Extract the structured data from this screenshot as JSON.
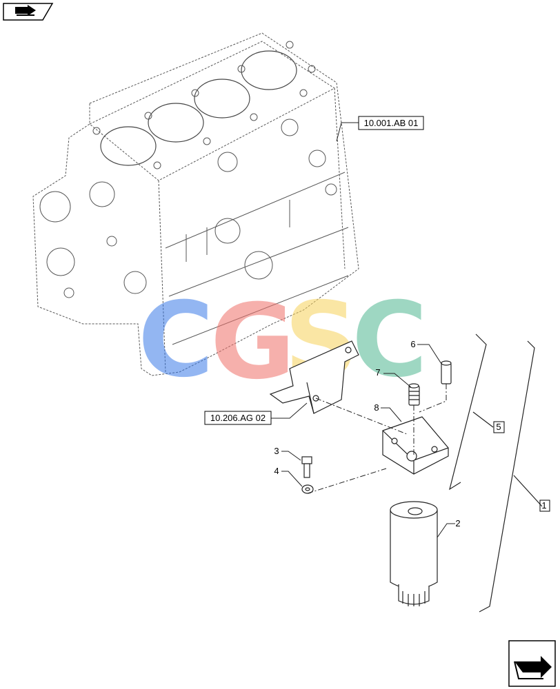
{
  "references": {
    "engine_block": "10.001.AB 01",
    "bracket": "10.206.AG 02"
  },
  "callouts": [
    {
      "id": "callout-1",
      "label": "1"
    },
    {
      "id": "callout-2",
      "label": "2"
    },
    {
      "id": "callout-3",
      "label": "3"
    },
    {
      "id": "callout-4",
      "label": "4"
    },
    {
      "id": "callout-5",
      "label": "5"
    },
    {
      "id": "callout-6",
      "label": "6"
    },
    {
      "id": "callout-7",
      "label": "7"
    },
    {
      "id": "callout-8",
      "label": "8"
    }
  ],
  "watermark": {
    "letters": [
      "C",
      "G",
      "S",
      "C"
    ],
    "colors": [
      "#3b7be8",
      "#f0716a",
      "#f7d25a",
      "#4fb892"
    ]
  },
  "icons": {
    "top_left": "book-arrow-icon",
    "bottom_right": "next-page-arrow-icon"
  }
}
